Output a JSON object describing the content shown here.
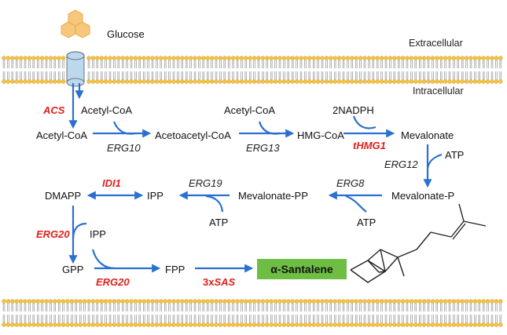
{
  "regions": {
    "extracellular": "Extracellular",
    "intracellular": "Intracellular"
  },
  "metabolites": {
    "glucose": "Glucose",
    "acetyl_coa_top": "Acetyl-CoA",
    "acetyl_coa_left": "Acetyl-CoA",
    "acetoacetyl_coa": "Acetoacetyl-CoA",
    "acetyl_coa_mid": "Acetyl-CoA",
    "hmg_coa": "HMG-CoA",
    "nadph": "2NADPH",
    "mevalonate": "Mevalonate",
    "atp_1": "ATP",
    "mevalonate_p": "Mevalonate-P",
    "atp_2": "ATP",
    "mevalonate_pp": "Mevalonate-PP",
    "atp_3": "ATP",
    "ipp": "IPP",
    "dmapp": "DMAPP",
    "ipp_2": "IPP",
    "gpp": "GPP",
    "fpp": "FPP"
  },
  "enzymes": {
    "acs": "ACS",
    "erg10": "ERG10",
    "erg13": "ERG13",
    "thmg1": "tHMG1",
    "erg12": "ERG12",
    "erg8": "ERG8",
    "erg19": "ERG19",
    "idi1": "IDI1",
    "erg20_a": "ERG20",
    "erg20_b": "ERG20",
    "sas_prefix": "3x",
    "sas": "SAS"
  },
  "product": {
    "label": "α-Santalene"
  },
  "colors": {
    "arrow": "#2a6fd1",
    "engineered_enzyme": "#e0201c",
    "product_box": "#6fbe44",
    "membrane_head": "#f5c242",
    "transporter": "#bcd8ef",
    "glucose_hex": "#f6c77d"
  }
}
